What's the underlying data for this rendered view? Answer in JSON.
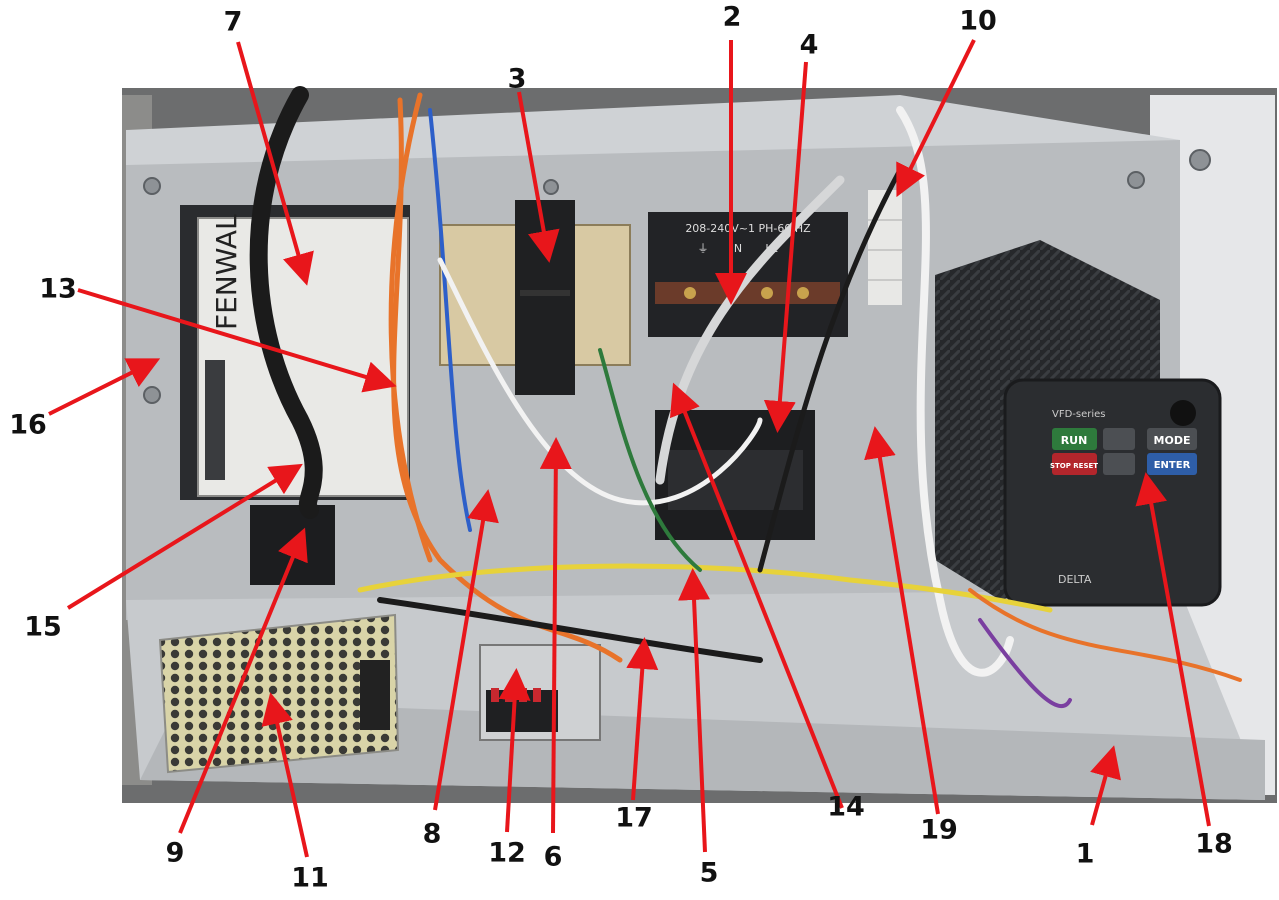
{
  "photo": {
    "panel_label": "208-240V~1 PH-60 HZ",
    "terminal_labels": [
      "⏚",
      "N",
      "L2"
    ],
    "ignition_brand": "FENWAL",
    "vfd_series": "VFD-series",
    "vfd_brand": "DELTA",
    "vfd_buttons": [
      "RUN",
      "MODE",
      "STOP RESET",
      "ENTER"
    ]
  },
  "callouts": [
    {
      "label": "1"
    },
    {
      "label": "2"
    },
    {
      "label": "3"
    },
    {
      "label": "4"
    },
    {
      "label": "5"
    },
    {
      "label": "6"
    },
    {
      "label": "7"
    },
    {
      "label": "8"
    },
    {
      "label": "9"
    },
    {
      "label": "10"
    },
    {
      "label": "11"
    },
    {
      "label": "12"
    },
    {
      "label": "13"
    },
    {
      "label": "14"
    },
    {
      "label": "15"
    },
    {
      "label": "16"
    },
    {
      "label": "17"
    },
    {
      "label": "18"
    },
    {
      "label": "19"
    }
  ],
  "colors": {
    "arrow": "#e8161b",
    "label": "#111111",
    "panel": "#b9bcbf",
    "housing": "#2b2d30",
    "wire_orange": "#e8732a",
    "wire_white": "#f2f2f2",
    "wire_yellow": "#e7d23a"
  }
}
